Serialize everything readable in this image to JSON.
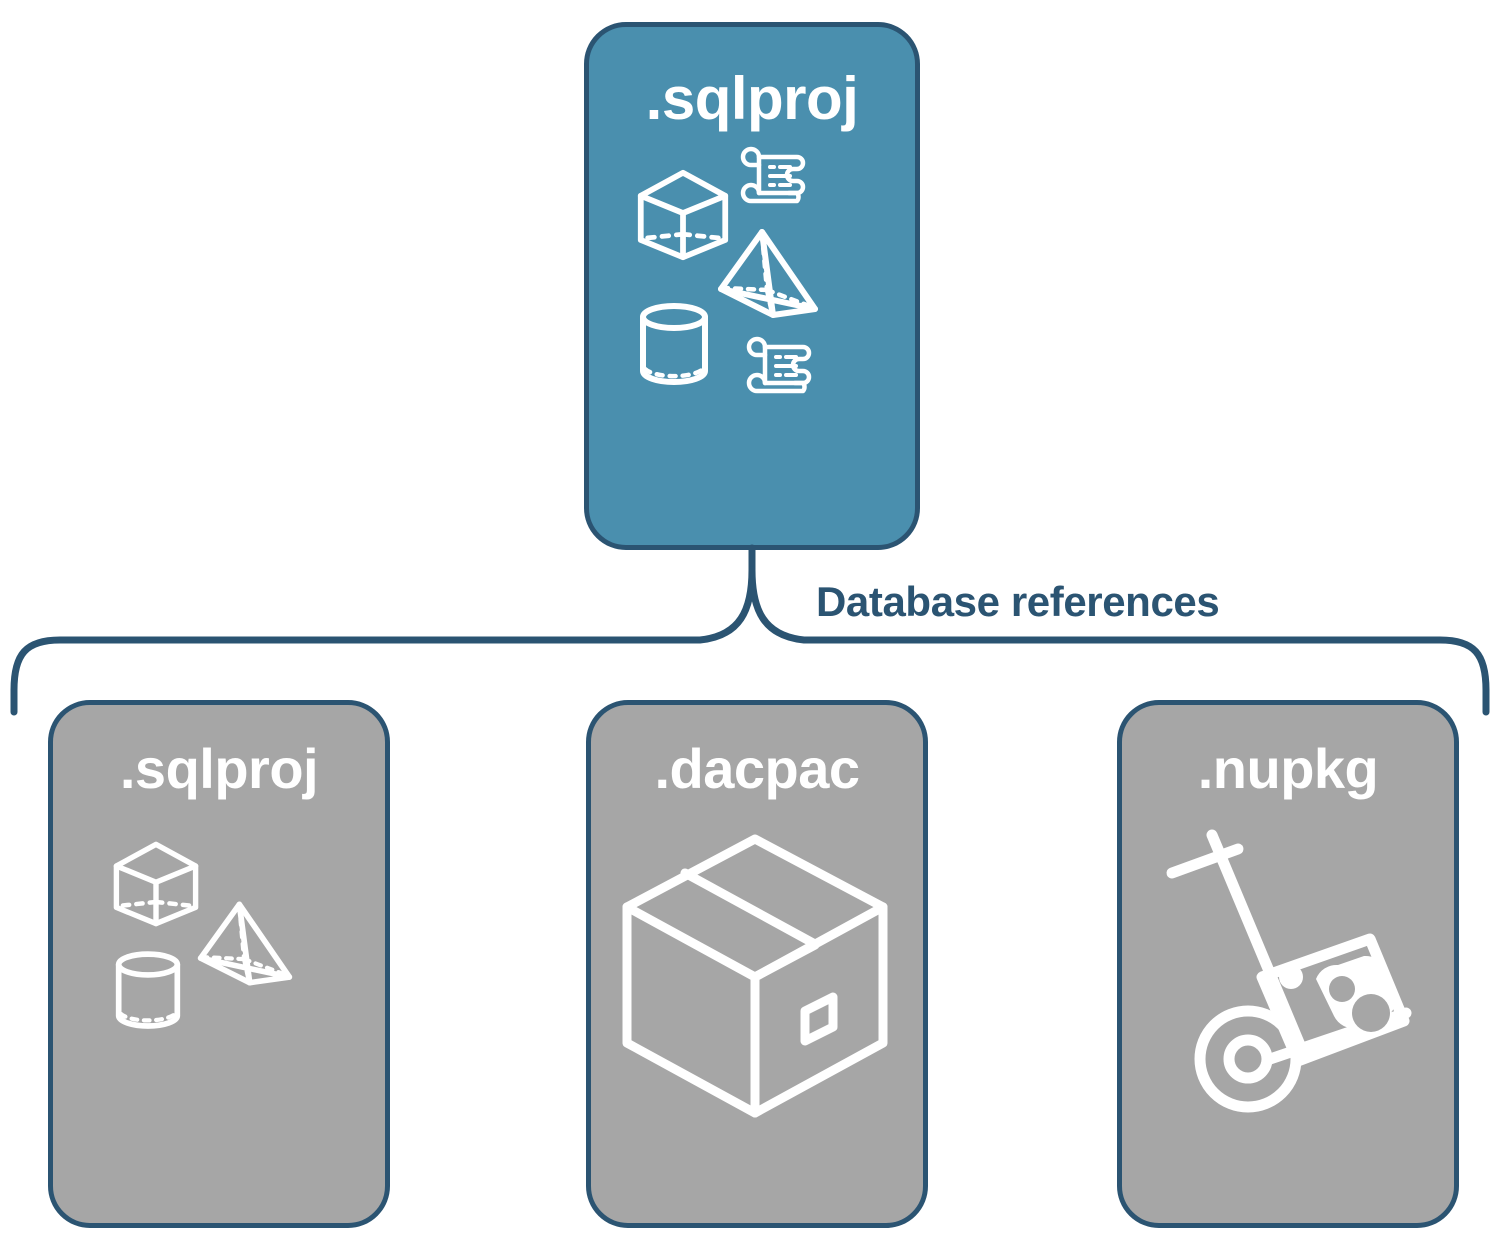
{
  "diagram": {
    "title": "SQL project database references",
    "type": "hierarchy-bracket",
    "colors": {
      "accent_teal": "#4a8fae",
      "border_navy": "#2b5472",
      "card_gray": "#a6a6a6",
      "icon_white": "#ffffff",
      "label_navy": "#2b5472",
      "background": "#ffffff"
    }
  },
  "root_card": {
    "label": ".sqlproj",
    "fill": "teal",
    "icons": [
      {
        "name": "cube-icon",
        "title": "wireframe cube"
      },
      {
        "name": "scroll-icon",
        "title": "sql script scroll"
      },
      {
        "name": "pyramid-icon",
        "title": "wireframe pyramid"
      },
      {
        "name": "cylinder-icon",
        "title": "wireframe cylinder"
      },
      {
        "name": "scroll-icon",
        "title": "sql script scroll"
      }
    ]
  },
  "connector": {
    "label": "Database references",
    "style": "curly-bracket",
    "branch_count": 3
  },
  "reference_cards": [
    {
      "label": ".sqlproj",
      "fill": "gray",
      "icons": [
        {
          "name": "cube-icon",
          "title": "wireframe cube"
        },
        {
          "name": "pyramid-icon",
          "title": "wireframe pyramid"
        },
        {
          "name": "cylinder-icon",
          "title": "wireframe cylinder"
        }
      ]
    },
    {
      "label": ".dacpac",
      "fill": "gray",
      "icons": [
        {
          "name": "package-box-icon",
          "title": "shipping package box"
        }
      ]
    },
    {
      "label": ".nupkg",
      "fill": "gray",
      "icons": [
        {
          "name": "hand-truck-icon",
          "title": "hand truck carrying nuget package"
        }
      ]
    }
  ]
}
